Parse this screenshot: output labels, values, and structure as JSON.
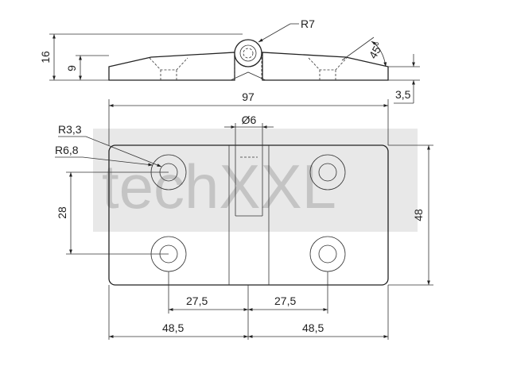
{
  "drawing": {
    "colors": {
      "line": "#222222",
      "watermark": "#c4c4c4"
    },
    "side_view": {
      "radius_label": "R7",
      "total_height_label": "16",
      "leaf_height_label": "9",
      "angle_label": "45°",
      "countersink_depth_label": "3,5"
    },
    "top_view": {
      "overall_width_label": "97",
      "pin_diameter_label": "Ø6",
      "hole_radius_label": "R3,3",
      "boss_radius_label": "R6,8",
      "hole_pitch_vertical_label": "28",
      "overall_height_label": "48",
      "hole_offset_left_label": "27,5",
      "hole_offset_right_label": "27,5",
      "half_width_left_label": "48,5",
      "half_width_right_label": "48,5"
    },
    "watermark": {
      "text": "techXXL"
    }
  }
}
